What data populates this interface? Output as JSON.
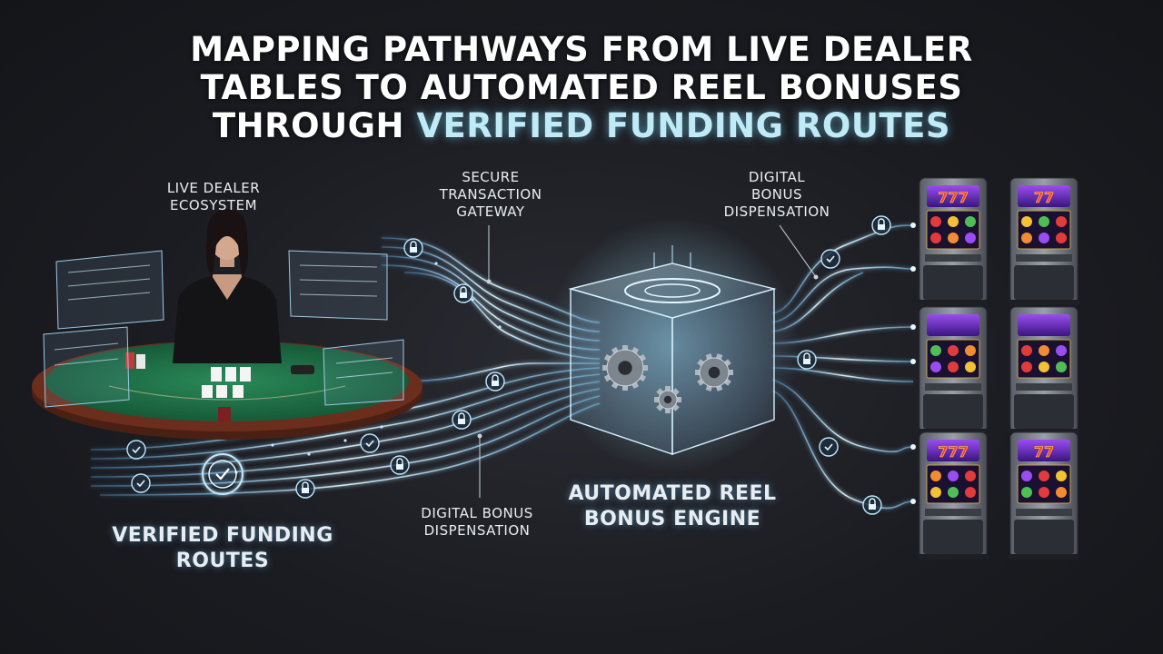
{
  "title": {
    "line1": "MAPPING PATHWAYS FROM LIVE DEALER",
    "line2": "TABLES TO AUTOMATED REEL BONUSES",
    "line3_prefix": "THROUGH ",
    "line3_highlight": "VERIFIED FUNDING ROUTES"
  },
  "labels": {
    "live_dealer": [
      "LIVE DEALER",
      "ECOSYSTEM"
    ],
    "gateway": [
      "SECURE",
      "TRANSACTION",
      "GATEWAY"
    ],
    "dispensation_top": [
      "DIGITAL",
      "BONUS",
      "DISPENSATION"
    ],
    "dispensation_bottom": [
      "DIGITAL BONUS",
      "DISPENSATION"
    ],
    "engine": [
      "AUTOMATED REEL",
      "BONUS ENGINE"
    ],
    "funding": [
      "VERIFIED FUNDING",
      "ROUTES"
    ]
  },
  "slot_machines": [
    {
      "display": "777"
    },
    {
      "display": "77"
    },
    {
      "display": ""
    },
    {
      "display": ""
    },
    {
      "display": "777"
    },
    {
      "display": "77"
    }
  ],
  "colors": {
    "accent": "#8fd8ff",
    "felt": "#1f6a44",
    "table_rim": "#6b2d1c",
    "slot_screen": "#6a2bb8"
  },
  "icons": [
    "lock-icon",
    "check-icon",
    "shield-check-icon",
    "gear-icon"
  ]
}
